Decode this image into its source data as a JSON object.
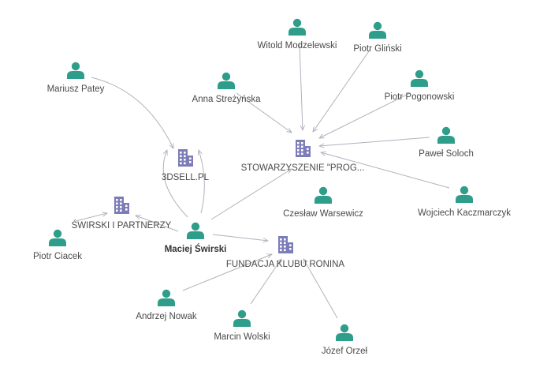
{
  "colors": {
    "person": "#2e9e8a",
    "company": "#7b7cb8",
    "edge": "#b0b3bd",
    "label": "#4a4a4a"
  },
  "nodes": [
    {
      "id": "maciej",
      "type": "person",
      "label": "Maciej Świrski",
      "bold": true
    },
    {
      "id": "3dsell",
      "type": "company",
      "label": "3DSELL.PL"
    },
    {
      "id": "swirski_p",
      "type": "company",
      "label": "ŚWIRSKI I PARTNERZY"
    },
    {
      "id": "stow",
      "type": "company",
      "label": "STOWARZYSZENIE \"PROG..."
    },
    {
      "id": "fund",
      "type": "company",
      "label": "FUNDACJA KLUBU RONINA"
    },
    {
      "id": "mariusz",
      "type": "person",
      "label": "Mariusz Patey"
    },
    {
      "id": "witold",
      "type": "person",
      "label": "Witold Modzelewski"
    },
    {
      "id": "glinski",
      "type": "person",
      "label": "Piotr Gliński"
    },
    {
      "id": "anna",
      "type": "person",
      "label": "Anna Streżyńska"
    },
    {
      "id": "pogonowski",
      "type": "person",
      "label": "Piotr Pogonowski"
    },
    {
      "id": "soloch",
      "type": "person",
      "label": "Paweł Soloch"
    },
    {
      "id": "czeslaw",
      "type": "person",
      "label": "Czesław Warsewicz"
    },
    {
      "id": "wojciech",
      "type": "person",
      "label": "Wojciech Kaczmarczyk"
    },
    {
      "id": "ciacek",
      "type": "person",
      "label": "Piotr Ciacek"
    },
    {
      "id": "nowak",
      "type": "person",
      "label": "Andrzej Nowak"
    },
    {
      "id": "wolski",
      "type": "person",
      "label": "Marcin Wolski"
    },
    {
      "id": "orzel",
      "type": "person",
      "label": "Józef Orzeł"
    }
  ],
  "edges": [
    {
      "from": "mariusz",
      "to": "3dsell"
    },
    {
      "from": "maciej",
      "to": "3dsell"
    },
    {
      "from": "maciej",
      "to": "swirski_p"
    },
    {
      "from": "maciej",
      "to": "stow"
    },
    {
      "from": "maciej",
      "to": "fund"
    },
    {
      "from": "ciacek",
      "to": "swirski_p"
    },
    {
      "from": "witold",
      "to": "stow"
    },
    {
      "from": "glinski",
      "to": "stow"
    },
    {
      "from": "anna",
      "to": "stow"
    },
    {
      "from": "pogonowski",
      "to": "stow"
    },
    {
      "from": "soloch",
      "to": "stow"
    },
    {
      "from": "wojciech",
      "to": "stow"
    },
    {
      "from": "nowak",
      "to": "fund"
    },
    {
      "from": "wolski",
      "to": "fund"
    },
    {
      "from": "orzel",
      "to": "fund"
    }
  ]
}
